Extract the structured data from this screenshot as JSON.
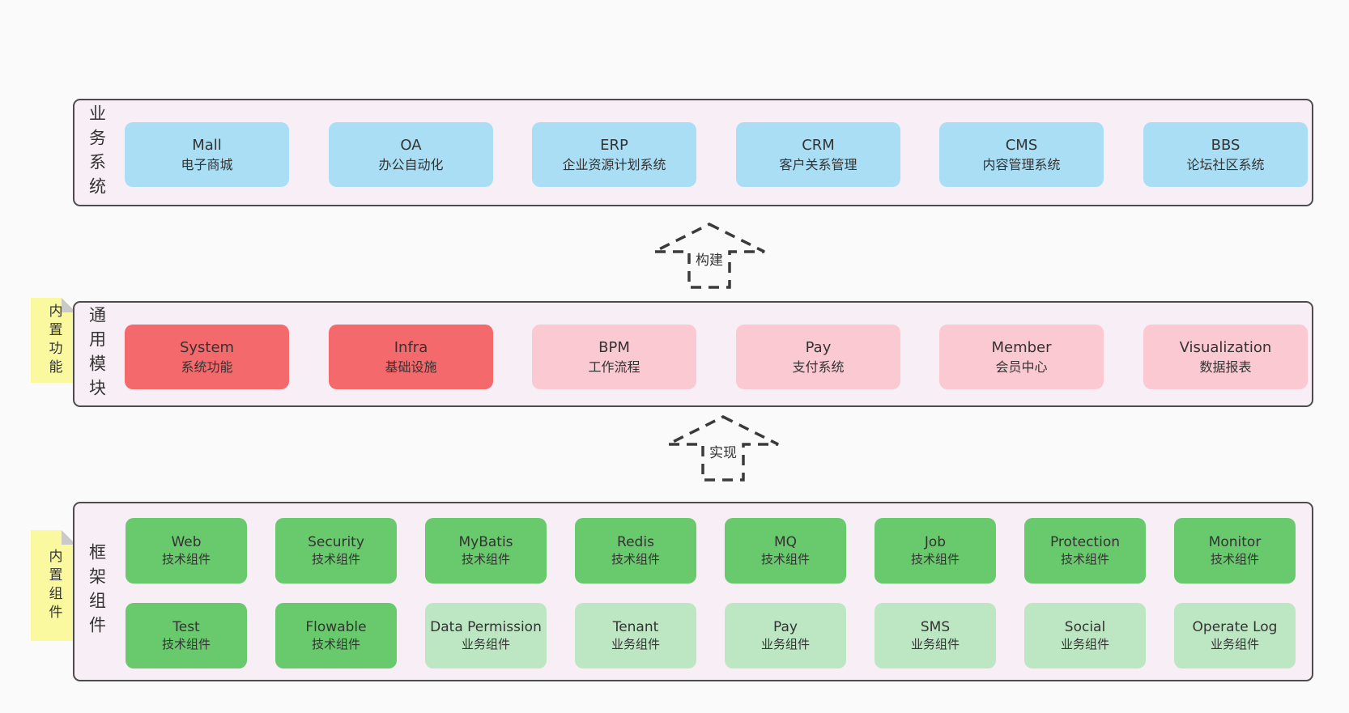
{
  "diagram": {
    "arrows": [
      {
        "label": "构建"
      },
      {
        "label": "实现"
      }
    ],
    "layers": {
      "business": {
        "side_label": "业务系统",
        "boxes": [
          {
            "name": "Mall",
            "desc": "电子商城"
          },
          {
            "name": "OA",
            "desc": "办公自动化"
          },
          {
            "name": "ERP",
            "desc": "企业资源计划系统"
          },
          {
            "name": "CRM",
            "desc": "客户关系管理"
          },
          {
            "name": "CMS",
            "desc": "内容管理系统"
          },
          {
            "name": "BBS",
            "desc": "论坛社区系统"
          }
        ]
      },
      "modules": {
        "side_label": "通用模块",
        "note_label": "内置功能",
        "boxes": [
          {
            "name": "System",
            "desc": "系统功能"
          },
          {
            "name": "Infra",
            "desc": "基础设施"
          },
          {
            "name": "BPM",
            "desc": "工作流程"
          },
          {
            "name": "Pay",
            "desc": "支付系统"
          },
          {
            "name": "Member",
            "desc": "会员中心"
          },
          {
            "name": "Visualization",
            "desc": "数据报表"
          }
        ]
      },
      "framework": {
        "side_label": "框架组件",
        "note_label": "内置组件",
        "row1": [
          {
            "name": "Web",
            "desc": "技术组件"
          },
          {
            "name": "Security",
            "desc": "技术组件"
          },
          {
            "name": "MyBatis",
            "desc": "技术组件"
          },
          {
            "name": "Redis",
            "desc": "技术组件"
          },
          {
            "name": "MQ",
            "desc": "技术组件"
          },
          {
            "name": "Job",
            "desc": "技术组件"
          },
          {
            "name": "Protection",
            "desc": "技术组件"
          },
          {
            "name": "Monitor",
            "desc": "技术组件"
          }
        ],
        "row2": [
          {
            "name": "Test",
            "desc": "技术组件"
          },
          {
            "name": "Flowable",
            "desc": "技术组件"
          },
          {
            "name": "Data Permission",
            "desc": "业务组件"
          },
          {
            "name": "Tenant",
            "desc": "业务组件"
          },
          {
            "name": "Pay",
            "desc": "业务组件"
          },
          {
            "name": "SMS",
            "desc": "业务组件"
          },
          {
            "name": "Social",
            "desc": "业务组件"
          },
          {
            "name": "Operate Log",
            "desc": "业务组件"
          }
        ]
      }
    },
    "colors": {
      "page_bg": "#fafafa",
      "container_bg": "#f8eef6",
      "container_border": "#4c4c4c",
      "business_box": "#a9def5",
      "module_core_box": "#f4696b",
      "module_box": "#fbc9d2",
      "tech_box": "#69c96d",
      "biz_box": "#bde7c3",
      "note_bg": "#fbf9a0",
      "note_fold": "#c9c9c9",
      "arrow_stroke": "#3a3a3a"
    }
  }
}
